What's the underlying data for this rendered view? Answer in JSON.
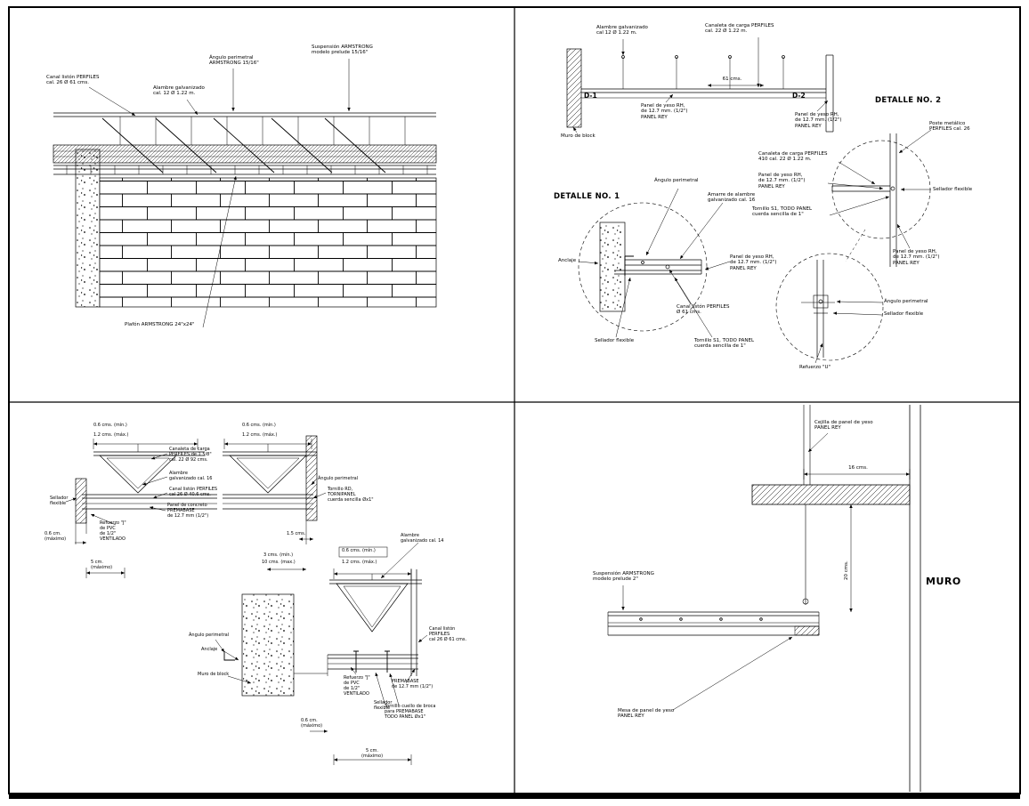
{
  "sheet": {
    "background": "#ffffff",
    "line_color": "#000000"
  },
  "q1": {
    "canal_liston": "Canal listón PERFILES\ncal. 26 Ø 61 cms.",
    "angulo_perimetral": "Ángulo perimetral\nARMSTRONG 15/16\"",
    "suspension": "Suspensión ARMSTRONG\nmodelo prelude 15/16\"",
    "alambre": "Alambre galvanizado\ncal. 12 Ø 1.22 m.",
    "plafon": "Plafón ARMSTRONG 24\"x24\""
  },
  "q2": {
    "alambre": "Alambre galvanizado\ncal 12 Ø 1.22 m.",
    "canaleta_carga": "Canaleta de carga PERFILES\ncal. 22 Ø 1.22 m.",
    "d1": "D-1",
    "d2": "D-2",
    "dim61": "61 cms.",
    "panel_yeso_izq": "Panel de yeso RH,\nde 12.7 mm. (1/2\")\nPANEL REY",
    "muro_block": "Muro de block",
    "panel_yeso_der": "Panel de yeso RH,\nde 12.7 mm. (1/2\")\nPANEL REY",
    "detalle2": "DETALLE NO. 2",
    "poste": "Poste metálico\nPERFILES cal. 26",
    "canaleta_410": "Canaleta de carga PERFILES\n410 cal. 22 Ø 1.22 m.",
    "panel_yeso_d2": "Panel de yeso RH,\nde 12.7 mm. (1/2\")\nPANEL REY",
    "sellador_d2": "Sellador flexible",
    "tornillo_d2": "Tornillo S1, TODO PANEL\ncuerda sencilla de 1\"",
    "panel_yeso_d2b": "Panel de yeso RH,\nde 12.7 mm. (1/2\")\nPANEL REY",
    "detalle1": "DETALLE NO. 1",
    "angulo": "Ángulo perimetral",
    "amarre": "Amarre de alambre\ngalvanizado cal. 16",
    "anclaje": "Anclaje",
    "panel_yeso_d1": "Panel de yeso RH,\nde 12.7 mm. (1/2\")\nPANEL REY",
    "canal_liston": "Canal listón PERFILES\nØ 61 cms.",
    "tornillo_d1": "Tornillo S1, TODO PANEL\ncuerda sencilla de 1\"",
    "sellador_d1": "Sellador flexible",
    "angulo_d3": "Ángulo perimetral",
    "sellador_d3": "Sellador flexible",
    "refuerzo_u": "Refuerzo \"U\""
  },
  "q3": {
    "dim_a1": "0.6 cms. (mín.)",
    "dim_a2": "1.2 cms. (máx.)",
    "dim_b1": "0.6 cms. (mín.)",
    "dim_b2": "1.2 cms. (máx.)",
    "canaleta": "Canaleta de carga\nPERFILES de 1 5/8\"\ncal. 22 Ø 92 cms.",
    "alambre16": "Alambre\ngalvanizado cal. 16",
    "canal_liston": "Canal listón PERFILES\ncal 26 Ø 40.6 cms.",
    "panel_premabase": "Panel de concreto\nPREMABASE\nde 12.7 mm (1/2\")",
    "sellador_izq": "Sellador\nflexible",
    "angulo_der": "Ángulo perimetral",
    "tornillo_rd": "Tornillo RD,\nTORNIPANEL\ncuerda sencilla Øx1\"",
    "refuerzo_j1": "Refuerzo \"J\"\nde PVC\nde 1/2\"\nVENTILADO",
    "dim_06_izq": "0.6 cm.\n(máximo)",
    "dim_5_izq": "5 cm.\n(máximo)",
    "dim_15": "1.5 cms.",
    "dim_3": "3 cms. (mín.)",
    "dim_10": "10 cms. (max.)",
    "dim_c1": "0.6 cms. (mín.)",
    "dim_c2": "1.2 cms. (máx.)",
    "alambre14": "Alambre\ngalvanizado cal. 14",
    "canal_liston_c": "Canal listón\nPERFILES\ncal 26 Ø 61 cms.",
    "angulo_izq": "Ángulo perimetral",
    "anclaje": "Anclaje",
    "muro_block": "Muro de block",
    "refuerzo_j2": "Refuerzo \"J\"\nde PVC\nde 1/2\"\nVENTILADO",
    "sellador_c": "Sellador\nflexible",
    "premabase_c": "PREMABASE\nde 12.7 mm (1/2\")",
    "tornillo_broca": "Tornillo cuello de broca\npara PREMABASE\nTODO PANEL Øx1\"",
    "dim_06_c": "0.6 cm.\n(máximo)",
    "dim_5_c": "5 cm.\n(máximo)"
  },
  "q4": {
    "cejilla": "Cejilla de panel de yeso\nPANEL REY",
    "dim16": "16 cms.",
    "muro": "MURO",
    "suspension": "Suspensión ARMSTRONG\nmodelo prelude 2\"",
    "dim20": "20 cms.",
    "mesa": "Mesa de panel de yeso\nPANEL REY"
  }
}
